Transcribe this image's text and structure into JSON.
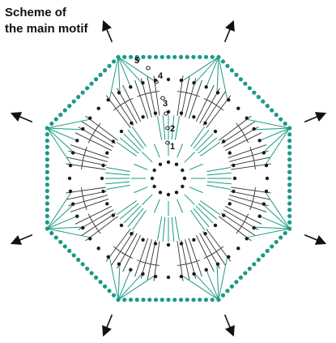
{
  "title_line1": "Scheme of",
  "title_line2": "the main motif",
  "round_labels": [
    "1",
    "2",
    "3",
    "4",
    "5"
  ],
  "colors": {
    "teal": "#1a9a85",
    "dark": "#1a1a1a",
    "stitch_dark": "#333333",
    "arrow": "#111111"
  },
  "icons": {
    "chain": "dot",
    "slip_stitch": "small-oval",
    "double_crochet": "crossed-stem",
    "direction": "arrow"
  },
  "motif": {
    "sides": 8,
    "rounds": 5
  }
}
